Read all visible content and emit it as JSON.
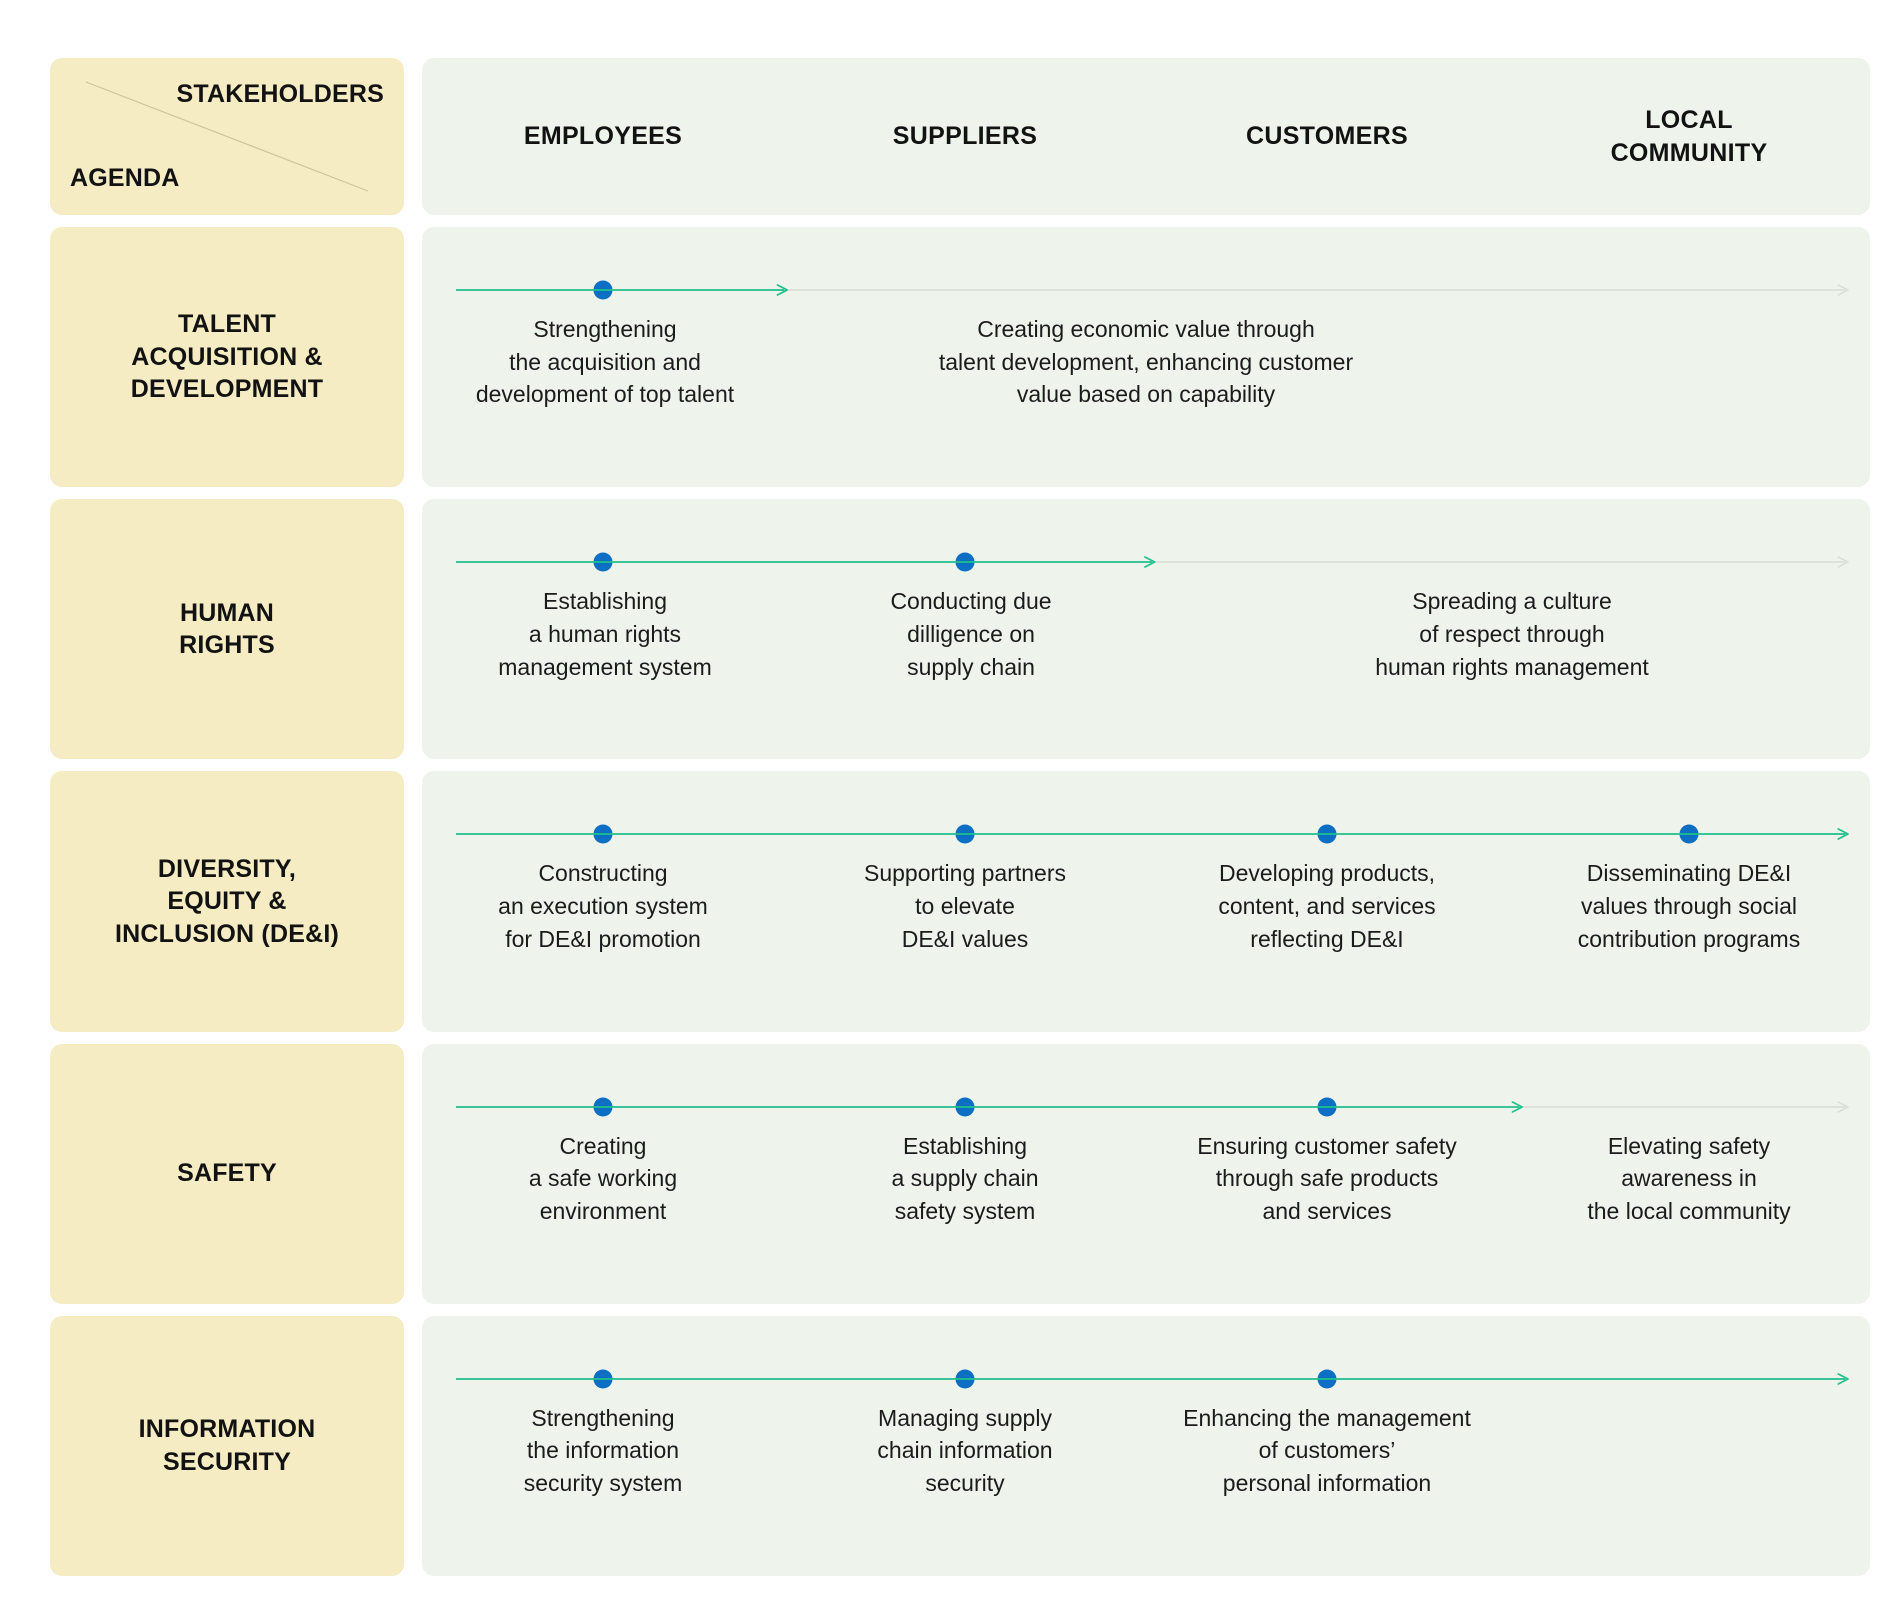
{
  "header": {
    "corner": {
      "stakeholders_label": "STAKEHOLDERS",
      "agenda_label": "AGENDA"
    },
    "columns": [
      {
        "label": "EMPLOYEES"
      },
      {
        "label": "SUPPLIERS"
      },
      {
        "label": "CUSTOMERS"
      },
      {
        "label": "LOCAL\nCOMMUNITY"
      }
    ]
  },
  "colors": {
    "agenda_cell_bg": "#f5ecc4",
    "panel_bg": "#eef3ec",
    "page_bg": "#ffffff",
    "connector_active": "#1ec08c",
    "connector_inactive": "#dcdfda",
    "node_dot": "#0d6fc4",
    "text": "#121212"
  },
  "rows": [
    {
      "agenda": "TALENT\nACQUISITION &\nDEVELOPMENT",
      "dots": [
        true,
        false,
        false,
        false
      ],
      "active_end": 1,
      "cells": [
        {
          "text": "Strengthening\nthe acquisition and\ndevelopment of top talent",
          "span": 1
        },
        {
          "text": "Creating economic value through\ntalent development, enhancing customer\nvalue based on capability",
          "span": 2
        },
        {
          "text": "",
          "span": 1,
          "empty": true
        }
      ]
    },
    {
      "agenda": "HUMAN\nRIGHTS",
      "dots": [
        true,
        true,
        false,
        false
      ],
      "active_end": 2,
      "cells": [
        {
          "text": "Establishing\na human rights\nmanagement system",
          "span": 1
        },
        {
          "text": "Conducting due\ndilligence on\nsupply chain",
          "span": 1
        },
        {
          "text": "Spreading a culture\nof respect through\nhuman rights management",
          "span": 2
        }
      ]
    },
    {
      "agenda": "DIVERSITY,\nEQUITY &\nINCLUSION (DE&I)",
      "dots": [
        true,
        true,
        true,
        true
      ],
      "active_end": 4,
      "cells": [
        {
          "text": "Constructing\nan execution system\nfor DE&I promotion",
          "span": 1
        },
        {
          "text": "Supporting partners\nto elevate\nDE&I values",
          "span": 1
        },
        {
          "text": "Developing products,\ncontent, and services\nreflecting DE&I",
          "span": 1
        },
        {
          "text": "Disseminating DE&I\nvalues through social\ncontribution programs",
          "span": 1
        }
      ]
    },
    {
      "agenda": "SAFETY",
      "dots": [
        true,
        true,
        true,
        false
      ],
      "active_end": 3,
      "cells": [
        {
          "text": "Creating\na safe working\nenvironment",
          "span": 1
        },
        {
          "text": "Establishing\na supply chain\nsafety system",
          "span": 1
        },
        {
          "text": "Ensuring customer safety\nthrough safe products\nand services",
          "span": 1
        },
        {
          "text": "Elevating safety\nawareness in\nthe local community",
          "span": 1
        }
      ]
    },
    {
      "agenda": "INFORMATION\nSECURITY",
      "dots": [
        true,
        true,
        true,
        false
      ],
      "active_end": 4,
      "cells": [
        {
          "text": "Strengthening\nthe information\nsecurity system",
          "span": 1
        },
        {
          "text": "Managing supply\nchain information\nsecurity",
          "span": 1
        },
        {
          "text": "Enhancing the management\nof customers’\npersonal information",
          "span": 1
        },
        {
          "text": "",
          "span": 1,
          "empty": true
        }
      ]
    }
  ]
}
